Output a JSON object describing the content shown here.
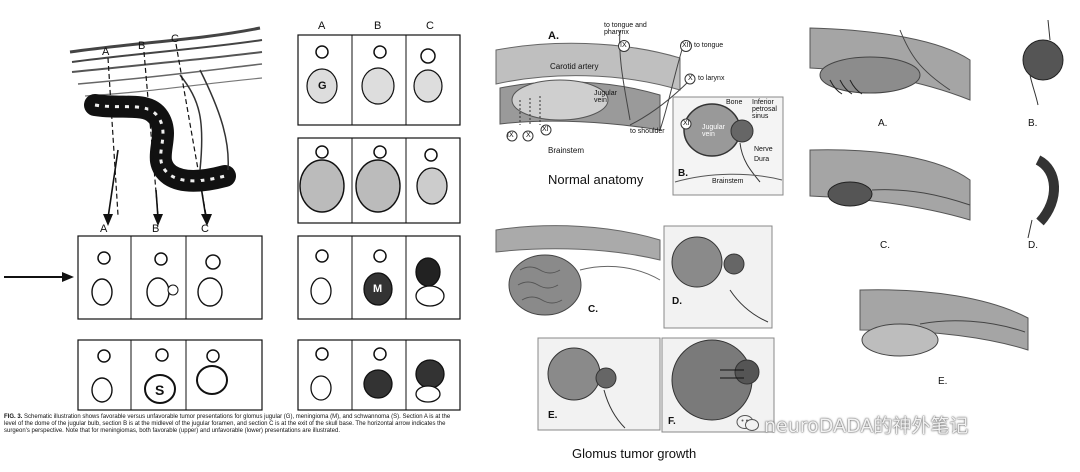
{
  "left_figure": {
    "top_section_labels": [
      "A",
      "B",
      "C"
    ],
    "row_section_labels": [
      "A",
      "B",
      "C"
    ],
    "panel_column_labels": [
      "A",
      "B",
      "C"
    ],
    "tumor_letters": [
      "G",
      "M",
      "S"
    ],
    "caption_prefix": "FIG. 3.",
    "caption": "Schematic illustration shows favorable versus unfavorable tumor presentations for glomus jugular (G), meningioma (M), and schwannoma (S). Section A is at the level of the dome of the jugular bulb, section B is at the midlevel of the jugular foramen, and section C is at the exit of the skull base. The horizontal arrow indicates the surgeon's perspective. Note that for meningiomas, both favorable (upper) and unfavorable (lower) presentations are illustrated."
  },
  "middle_figure": {
    "panel_a_label": "A.",
    "to_tongue_pharynx": "to tongue and pharynx",
    "nerve_ix": "IX",
    "nerve_xii": "XII",
    "to_tongue": "to tongue",
    "nerve_x": "X",
    "to_larynx": "to larynx",
    "carotid_artery": "Carotid artery",
    "jugular_vein": "Jugular vein",
    "nerve_xi": "XI",
    "to_shoulder": "to shoulder",
    "brainstem": "Brainstem",
    "bottom_nerves": [
      "IX",
      "X",
      "XI"
    ],
    "panel_b_label": "B.",
    "bone": "Bone",
    "inferior_petrosal_sinus": "Inferior petrosal sinus",
    "nerve_label": "Nerve",
    "dura": "Dura",
    "brainstem_b": "Brainstem",
    "normal_anatomy": "Normal anatomy",
    "panel_c_label": "C.",
    "panel_d_label": "D.",
    "panel_e_label": "E.",
    "panel_f_label": "F.",
    "glomus_tumor_growth": "Glomus tumor growth"
  },
  "right_figure": {
    "labels": [
      "A.",
      "B.",
      "C.",
      "D.",
      "E."
    ]
  },
  "watermark": "neuroDADA的神外笔记"
}
